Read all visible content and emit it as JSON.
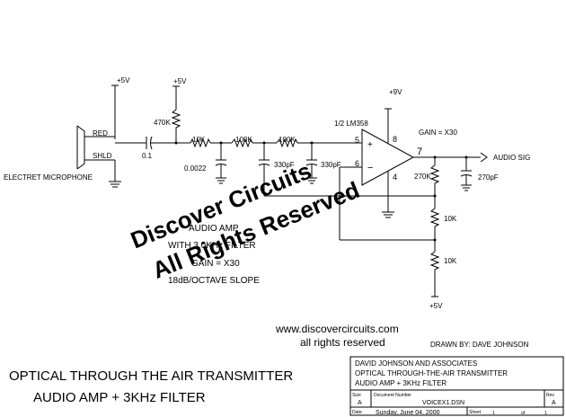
{
  "watermark": {
    "line1": "Discover Circuits",
    "line2": "All Rights Reserved"
  },
  "supplies": {
    "plus5_a": "+5V",
    "plus5_b": "+5V",
    "plus9": "+9V",
    "plus5_bottom": "+5V"
  },
  "mic": {
    "red": "RED",
    "shld": "SHLD",
    "label": "ELECTRET MICROPHONE"
  },
  "components": {
    "c_in": "0.1",
    "r_bias": "470K",
    "r1": "10K",
    "c1": "0.0022",
    "r2": "100K",
    "c2": "330pF",
    "r3": "100K",
    "c3": "330pF",
    "r_fb": "270K",
    "c_fb": "270pF",
    "r_div1": "10K",
    "r_div2": "10K"
  },
  "opamp": {
    "part": "1/2 LM358",
    "gain": "GAIN = X30",
    "pin5": "5",
    "pin6": "6",
    "pin7": "7",
    "pin8": "8",
    "pin4": "4",
    "plus": "+",
    "minus": "−"
  },
  "output_label": "AUDIO SIG",
  "notes": {
    "line1": "AUDIO AMP",
    "line2": "WITH 3.0KHz FILTER",
    "line3": "GAIN = X30",
    "line4": "18dB/OCTAVE SLOPE"
  },
  "site": {
    "url": "www.discovercircuits.com",
    "rights": "all rights reserved"
  },
  "drawn_by": "DRAWN BY:  DAVE JOHNSON",
  "title": {
    "line1": "OPTICAL THROUGH THE AIR TRANSMITTER",
    "line2": "AUDIO AMP + 3KHz FILTER"
  },
  "titleblock": {
    "company": "DAVID JOHNSON AND ASSOCIATES",
    "project": "OPTICAL THROUGH-THE-AIR TRANSMITTER",
    "subtitle": "AUDIO AMP + 3KHz FILTER",
    "size_label": "Size",
    "size_value": "A",
    "docnum_label": "Document Number",
    "docnum_value": "VOICEX1.DSN",
    "rev_label": "Rev",
    "rev_value": "A",
    "date_label": "Date:",
    "date_value": "Sunday, June 04, 2000",
    "sheet_label": "Sheet",
    "sheet_value": "1",
    "of_label": "of",
    "sheets_total": "1"
  }
}
